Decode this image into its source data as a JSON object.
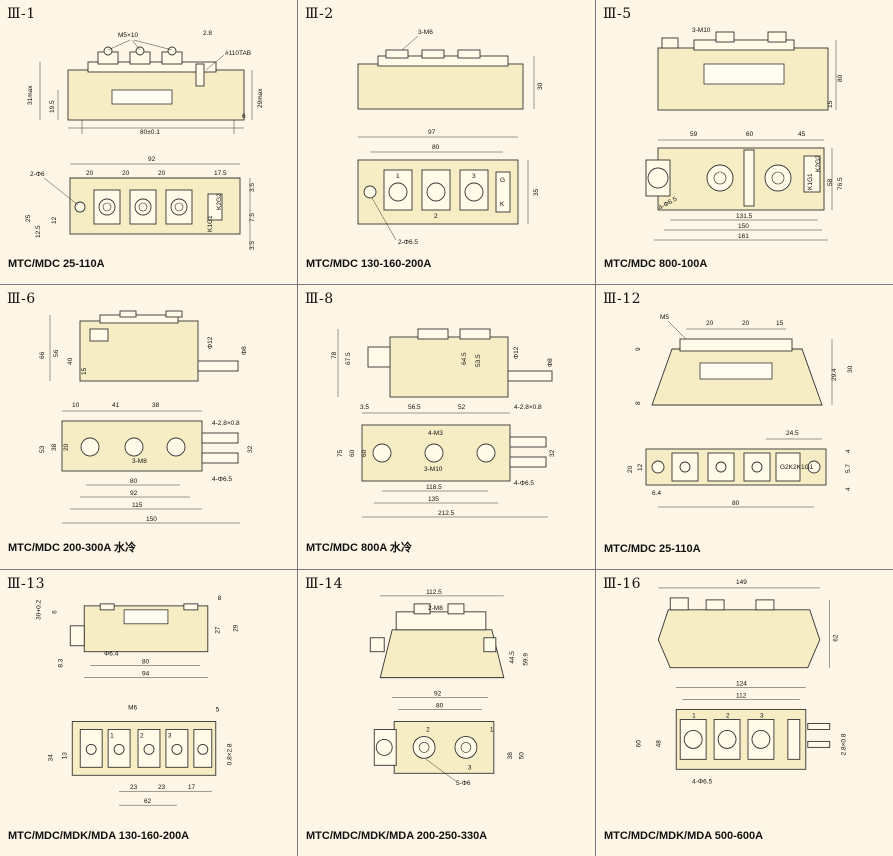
{
  "diagrams": [
    {
      "code": "Ⅲ-1",
      "title": "MTC/MDC 25-110A",
      "labels": {
        "screw": "M5×10",
        "pitch": "2.8",
        "tab": "#110TAB",
        "h_total": "31max",
        "h_body": "19.5",
        "h_right": "29max",
        "base": "6",
        "mount": "80±0.1",
        "overall": "92",
        "seg_a": "20",
        "seg_b": "20",
        "seg_c": "20",
        "seg_d": "17.5",
        "hole": "2-Φ6",
        "w1": "25",
        "w2": "12.5",
        "w3": "12",
        "r1": "3.5",
        "r2": "7.5",
        "r3": "3.5",
        "gate": "K1G1",
        "gate2": "K2G2"
      }
    },
    {
      "code": "Ⅲ-2",
      "title": "MTC/MDC 130-160-200A",
      "labels": {
        "screw": "3-M6",
        "h": "30",
        "overall": "97",
        "mount": "80",
        "hole": "2-Φ6.5",
        "depth": "35",
        "t1": "1",
        "t2": "2",
        "t3": "3",
        "g1": "G",
        "g2": "K"
      }
    },
    {
      "code": "Ⅲ-5",
      "title": "MTC/MDC 800-100A",
      "labels": {
        "screw": "3-M10",
        "h": "80",
        "h2": "15",
        "seg1": "59",
        "seg2": "60",
        "seg3": "45",
        "gate": "K1G1",
        "gate2": "K2G2",
        "d1": "58",
        "d2": "76.5",
        "hole": "4-Φ6.5",
        "mount": "131.5",
        "w1": "150",
        "w2": "161"
      }
    },
    {
      "code": "Ⅲ-6",
      "title": "MTC/MDC 200-300A 水冷",
      "labels": {
        "h1": "66",
        "h2": "56",
        "h3": "40",
        "h4": "15",
        "pipe1": "Φ12",
        "pipe2": "Φ8",
        "seg1": "10",
        "seg2": "41",
        "seg3": "38",
        "tab": "4-2.8×0.8",
        "w1": "53",
        "w2": "38",
        "w3": "20",
        "screw": "3-M8",
        "side": "32",
        "hole": "4-Φ6.5",
        "mount": "80",
        "d1": "92",
        "d2": "115",
        "d3": "150"
      }
    },
    {
      "code": "Ⅲ-8",
      "title": "MTC/MDC 800A 水冷",
      "labels": {
        "h1": "78",
        "h2": "67.5",
        "h3": "64.5",
        "h4": "53.5",
        "pipe1": "Φ12",
        "pipe2": "Φ8",
        "seg1": "3.5",
        "seg2": "56.5",
        "seg3": "52",
        "tab": "4-2.8×0.8",
        "w1": "75",
        "w2": "60",
        "w3": "60",
        "screw1": "4-M3",
        "screw2": "3-M10",
        "side": "32",
        "hole": "4-Φ6.5",
        "d1": "118.5",
        "d2": "135",
        "d3": "212.5"
      }
    },
    {
      "code": "Ⅲ-12",
      "title": "MTC/MDC 25-110A",
      "labels": {
        "screw": "M5",
        "seg1": "20",
        "seg2": "20",
        "seg3": "15",
        "h1": "9",
        "h2": "29.4",
        "h3": "30",
        "h4": "8",
        "w": "24.5",
        "side1": "20",
        "side2": "12",
        "gate": "G2K2K1G1",
        "r1": "4",
        "r2": "5.7",
        "r3": "4",
        "pitch": "6.4",
        "mount": "80"
      }
    },
    {
      "code": "Ⅲ-13",
      "title": "MTC/MDC/MDK/MDA 130-160-200A",
      "labels": {
        "h1": "30+0.2",
        "h2": "6",
        "h3": "8",
        "h4": "27",
        "h5": "29",
        "h6": "8.3",
        "hole": "Φ6.4",
        "mount": "80",
        "overall": "94",
        "screw": "M6",
        "right": "5",
        "w1": "34",
        "w2": "13",
        "tab": "0.8×2.8",
        "t1": "1",
        "t2": "2",
        "t3": "3",
        "d1": "23",
        "d2": "23",
        "d3": "17",
        "d4": "62"
      }
    },
    {
      "code": "Ⅲ-14",
      "title": "MTC/MDC/MDK/MDA 200-250-330A",
      "labels": {
        "overall": "112.5",
        "screw": "2-M8",
        "h1": "44.5",
        "h2": "59.9",
        "w1": "92",
        "w2": "80",
        "t1": "1",
        "t2": "2",
        "t3": "3",
        "d1": "38",
        "d2": "50",
        "hole": "5-Φ6"
      }
    },
    {
      "code": "Ⅲ-16",
      "title": "MTC/MDC/MDK/MDA 500-600A",
      "labels": {
        "overall": "149",
        "h": "62",
        "w1": "124",
        "w2": "112",
        "t1": "1",
        "t2": "2",
        "t3": "3",
        "d1": "60",
        "d2": "48",
        "tab": "2.8×0.8",
        "hole": "4-Φ6.5"
      }
    }
  ]
}
